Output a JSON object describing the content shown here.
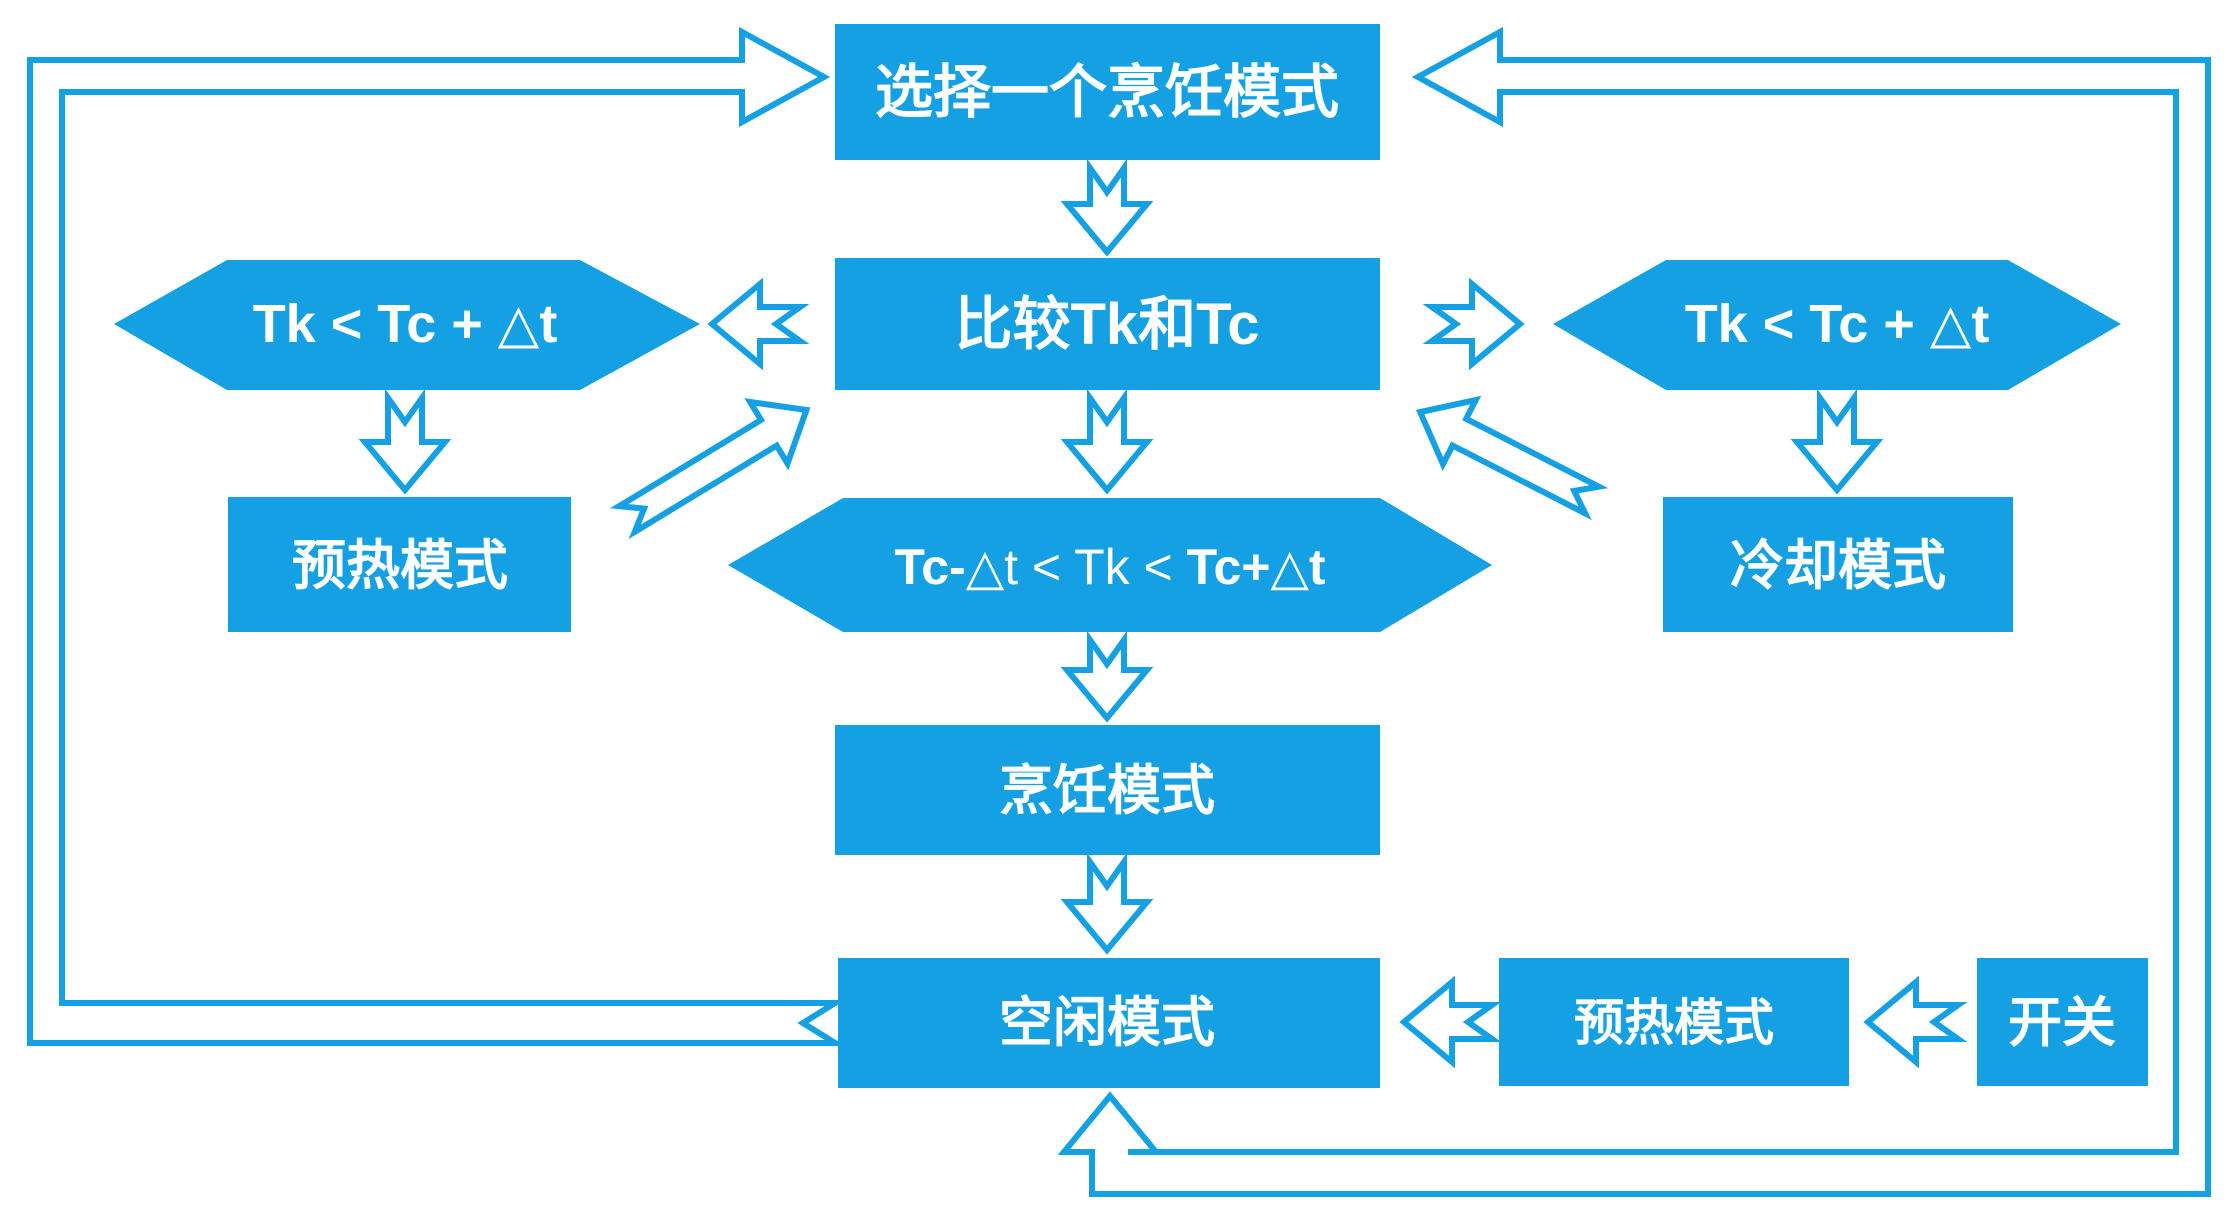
{
  "colors": {
    "node_blue": "#14A0E2",
    "arrow_outline_blue": "#14A0E2",
    "text_white": "#FFFFFF",
    "background": "#FFFFFF"
  },
  "nodes": {
    "select_mode": "选择一个烹饪模式",
    "compare": "比较Tk和Tc",
    "left_condition": "Tk < Tc + △t",
    "right_condition": "Tk < Tc + △t",
    "preheat_left": "预热模式",
    "center_condition": {
      "p1": "Tc-",
      "p2": "△t < Tk < ",
      "p3": "Tc+△t"
    },
    "cooling": "冷却模式",
    "cooking": "烹饪模式",
    "idle": "空闲模式",
    "preheat_bottom": "预热模式",
    "switch": "开关"
  }
}
